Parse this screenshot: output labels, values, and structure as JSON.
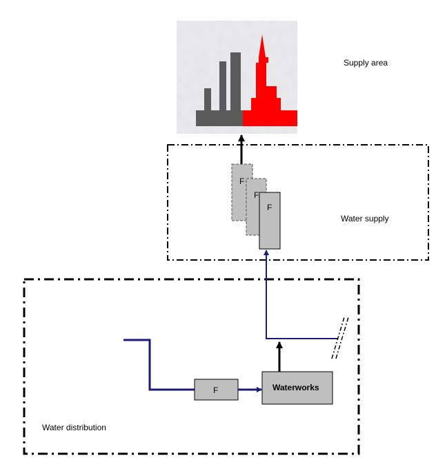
{
  "labels": {
    "supply_area": "Supply area",
    "water_supply": "Water supply",
    "water_distribution": "Water distribution",
    "waterworks": "Waterworks",
    "filter_letter": "F"
  },
  "colors": {
    "pipe": "#1a1a7a",
    "box_fill": "#bfbfbf",
    "dark_bars": "#5a5a5a",
    "red_bars": "#ff0000",
    "frame": "#000000"
  },
  "icons": {
    "supply_area_image": "city-skyline-icon"
  }
}
